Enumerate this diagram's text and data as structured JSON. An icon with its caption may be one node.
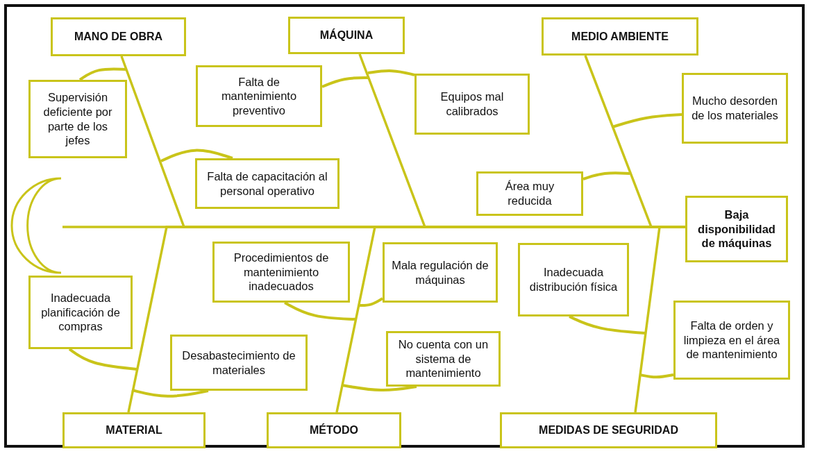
{
  "diagram": {
    "nodes": [
      {
        "text": [
          "MANO DE OBRA"
        ]
      },
      {
        "text": [
          "MÁQUINA"
        ]
      },
      {
        "text": [
          "MEDIO AMBIENTE"
        ]
      },
      {
        "text": [
          "Supervisión deficiente por parte de los jefes"
        ]
      },
      {
        "text": [
          "Falta de mantenimiento preventivo"
        ]
      },
      {
        "text": [
          "Equipos mal calibrados"
        ]
      },
      {
        "text": [
          "Mucho desorden de los materiales"
        ]
      },
      {
        "text": [
          "Falta de capacitación al personal operativo"
        ]
      },
      {
        "text": [
          "Área muy reducida"
        ]
      },
      {
        "text": [
          "Baja disponibilidad de máquinas"
        ]
      },
      {
        "text": [
          "Procedimientos de mantenimiento inadecuados"
        ]
      },
      {
        "text": [
          "Mala regulación de máquinas"
        ]
      },
      {
        "text": [
          "Inadecuada distribución física"
        ]
      },
      {
        "text": [
          "Inadecuada planificación de compras"
        ]
      },
      {
        "text": [
          "Falta de orden y limpieza en el área de mantenimiento"
        ]
      },
      {
        "text": [
          "Desabastecimiento de materiales"
        ]
      },
      {
        "text": [
          "No cuenta con un sistema de mantenimiento"
        ]
      },
      {
        "text": [
          "MATERIAL"
        ]
      },
      {
        "text": [
          "MÉTODO"
        ]
      },
      {
        "text": [
          "MEDIDAS DE SEGURIDAD"
        ]
      },
      {
        "text": [],
        "shape": "crescent"
      }
    ],
    "edges": [
      {
        "from": 20,
        "to": 9,
        "arrow": "none"
      },
      {
        "from": 0,
        "to": 9,
        "arrow": "none"
      },
      {
        "from": 1,
        "to": 9,
        "arrow": "none"
      },
      {
        "from": 2,
        "to": 9,
        "arrow": "none"
      },
      {
        "from": 17,
        "to": 9,
        "arrow": "none"
      },
      {
        "from": 18,
        "to": 9,
        "arrow": "none"
      },
      {
        "from": 19,
        "to": 9,
        "arrow": "none"
      },
      {
        "from": 3,
        "to": null,
        "arrow": "none"
      },
      {
        "from": 7,
        "to": null,
        "arrow": "none"
      },
      {
        "from": 4,
        "to": null,
        "arrow": "none"
      },
      {
        "from": 5,
        "to": null,
        "arrow": "none"
      },
      {
        "from": 6,
        "to": null,
        "arrow": "none"
      },
      {
        "from": 8,
        "to": null,
        "arrow": "none"
      },
      {
        "from": 13,
        "to": null,
        "arrow": "none"
      },
      {
        "from": 15,
        "to": null,
        "arrow": "none"
      },
      {
        "from": 10,
        "to": null,
        "arrow": "none"
      },
      {
        "from": 11,
        "to": null,
        "arrow": "none"
      },
      {
        "from": 16,
        "to": null,
        "arrow": "none"
      },
      {
        "from": 12,
        "to": null,
        "arrow": "none"
      },
      {
        "from": 14,
        "to": null,
        "arrow": "none"
      }
    ]
  }
}
